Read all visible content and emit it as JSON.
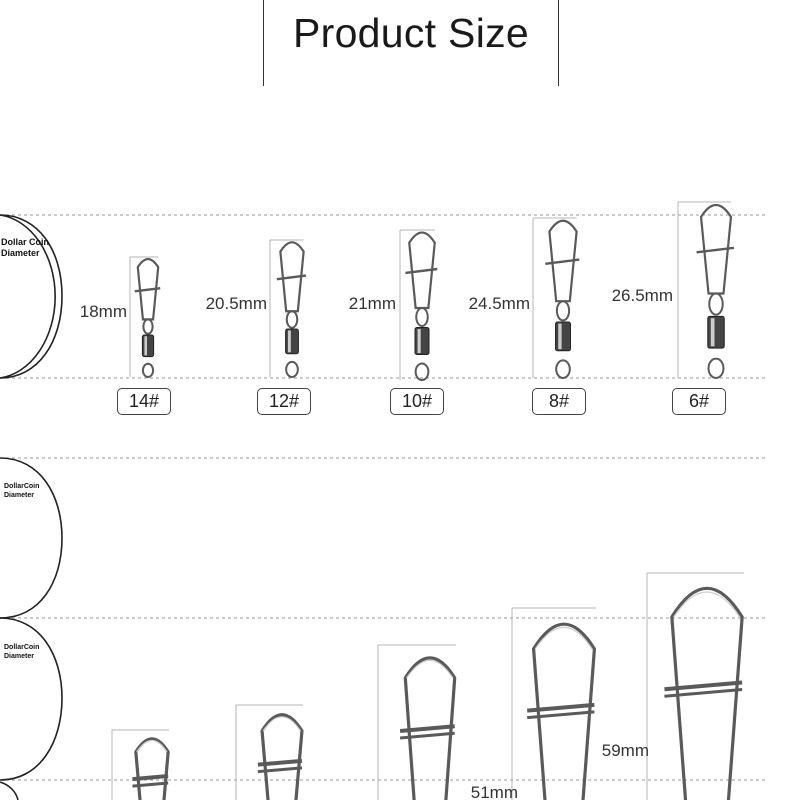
{
  "title": "Product Size",
  "coin_label": {
    "line1": "Dollar Coin",
    "line2": "Diameter"
  },
  "coin_label_compact": {
    "line1": "DollarCoin",
    "line2": "Diameter"
  },
  "small_sizes": [
    {
      "size": "14#",
      "length": "18mm"
    },
    {
      "size": "12#",
      "length": "20.5mm"
    },
    {
      "size": "10#",
      "length": "21mm"
    },
    {
      "size": "8#",
      "length": "24.5mm"
    },
    {
      "size": "6#",
      "length": "26.5mm"
    }
  ],
  "large_lengths": [
    "51mm",
    "59mm"
  ],
  "colors": {
    "metal": "#5a5a5a",
    "dash": "#9a9a9a",
    "text": "#333333"
  }
}
